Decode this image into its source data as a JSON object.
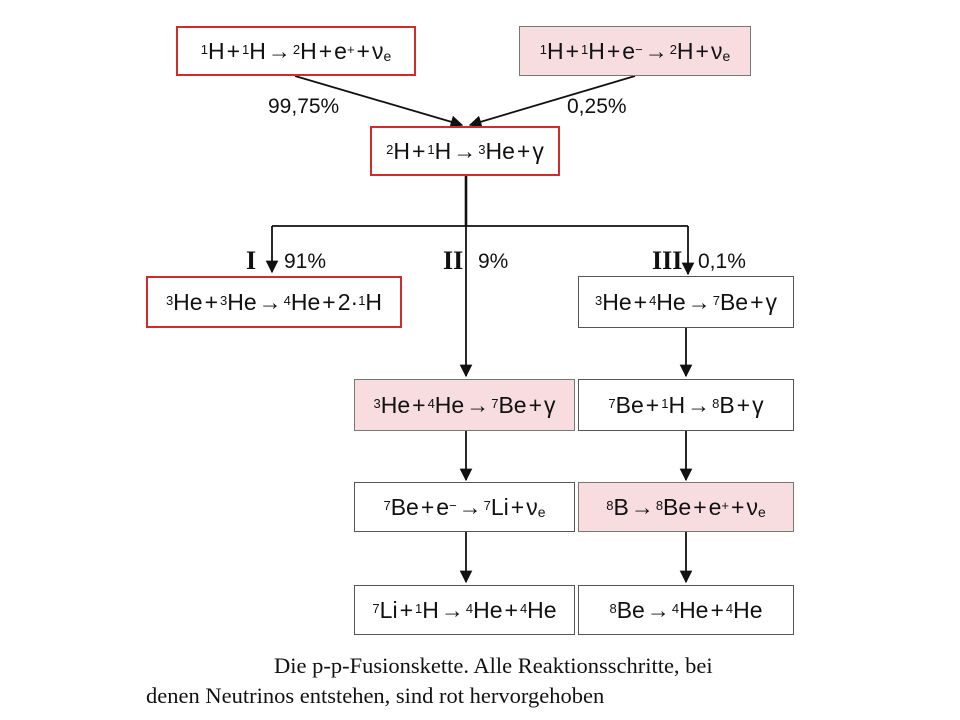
{
  "reactions": {
    "r1": [
      "¹H",
      "+",
      "¹H",
      "→",
      "²H",
      "+",
      "e⁺",
      "+",
      "ν",
      "e"
    ],
    "r2": [
      "¹H",
      "+",
      "¹H",
      "+",
      "e⁻",
      "→",
      "²H",
      "+",
      "ν",
      "e"
    ],
    "r3": [
      "²H",
      "+",
      "¹H",
      "→",
      "³He",
      "+",
      "γ"
    ],
    "r4": [
      "³He",
      "+",
      "³He",
      "→",
      "⁴He",
      "+",
      "2·¹H"
    ],
    "r5": [
      "³He",
      "+",
      "⁴He",
      "→",
      "⁷Be",
      "+",
      "γ"
    ],
    "r6": [
      "³He",
      "+",
      "⁴He",
      "→",
      "⁷Be",
      "+",
      "γ"
    ],
    "r7": [
      "⁷Be",
      "+",
      "¹H",
      "→",
      "⁸B",
      "+",
      "γ"
    ],
    "r8": [
      "⁷Be",
      "+",
      "e⁻",
      "→",
      "⁷Li",
      "+",
      "ν",
      "e"
    ],
    "r9": [
      "⁸B",
      "→",
      "⁸Be",
      "+",
      "e⁺",
      "+",
      "ν",
      "e"
    ],
    "r10": [
      "⁷Li",
      "+",
      "¹H",
      "→",
      "⁴He",
      "+",
      "⁴He"
    ],
    "r11": [
      "⁸Be",
      "→",
      "⁴He",
      "+",
      "⁴He"
    ]
  },
  "labels": {
    "pct_left": "99,75%",
    "pct_right": "0,25%",
    "branch1_roman": "I",
    "branch1_pct": "91%",
    "branch2_roman": "II",
    "branch2_pct": "9%",
    "branch3_roman": "III",
    "branch3_pct": "0,1%"
  },
  "caption": {
    "line1": "Die p-p-Fusionskette. Alle Reaktionsschritte, bei",
    "line2": "denen Neutrinos entstehen, sind rot hervorgehoben"
  },
  "colors": {
    "neutrino_border": "#d42a2a",
    "highlight_fill": "#f7dce0"
  }
}
